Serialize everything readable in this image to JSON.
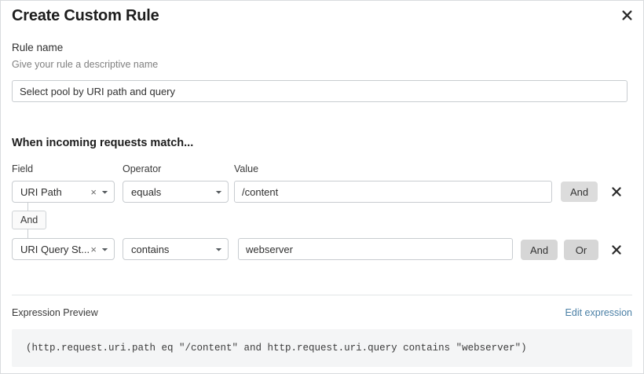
{
  "dialog": {
    "title": "Create Custom Rule",
    "close_icon": "close-icon"
  },
  "rule_name": {
    "label": "Rule name",
    "help": "Give your rule a descriptive name",
    "value": "Select pool by URI path and query",
    "placeholder": "Select pool by URI path and query"
  },
  "match_section": {
    "heading": "When incoming requests match...",
    "columns": {
      "field": "Field",
      "operator": "Operator",
      "value": "Value"
    },
    "connector": {
      "label": "And"
    },
    "rows": [
      {
        "field": "URI Path",
        "field_clear_icon": "clear-icon",
        "field_chevron_icon": "chevron-down-icon",
        "operator": "equals",
        "operator_chevron_icon": "chevron-down-icon",
        "value": "/content",
        "value_placeholder": "Enter value",
        "conjunctions": [
          "And"
        ],
        "remove_icon": "close-icon"
      },
      {
        "field": "URI Query St...",
        "field_clear_icon": "clear-icon",
        "field_chevron_icon": "chevron-down-icon",
        "operator": "contains",
        "operator_chevron_icon": "chevron-down-icon",
        "value": "webserver",
        "value_placeholder": "Enter value",
        "conjunctions": [
          "And",
          "Or"
        ],
        "remove_icon": "close-icon"
      }
    ]
  },
  "expression_preview": {
    "title": "Expression Preview",
    "edit_link": "Edit expression",
    "code": "(http.request.uri.path eq \"/content\" and http.request.uri.query contains \"webserver\")"
  },
  "colors": {
    "link": "#4a7fa5",
    "border": "#c8ccd0",
    "button_active": "#dcdcdc",
    "button_idle": "#d6d6d6",
    "code_bg": "#f4f5f6"
  }
}
